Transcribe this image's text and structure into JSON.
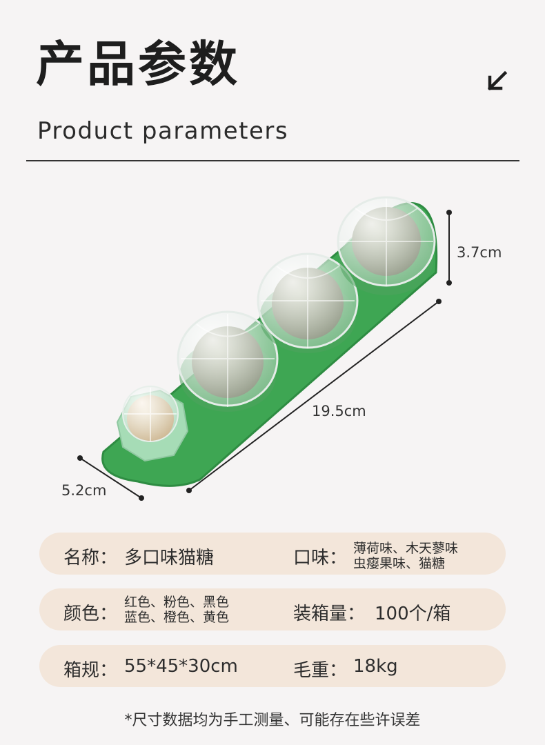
{
  "header": {
    "title_cn": "产品参数",
    "title_en": "Product parameters"
  },
  "dimensions": {
    "height": "3.7cm",
    "length": "19.5cm",
    "width": "5.2cm"
  },
  "colors": {
    "tray_green": "#3ea653",
    "row_background": "#f3e6da",
    "catnip_ball": "#7e8263"
  },
  "specs": {
    "name_label": "名称：",
    "name_value": "多口味猫糖",
    "flavor_label": "口味：",
    "flavor_line1": "薄荷味、木天蓼味",
    "flavor_line2": "虫瘿果味、猫糖",
    "color_label": "颜色：",
    "color_line1": "红色、粉色、黑色",
    "color_line2": "蓝色、橙色、黄色",
    "qty_label": "装箱量：",
    "qty_value": "100个/箱",
    "box_label": "箱规：",
    "box_value": "55*45*30cm",
    "weight_label": "毛重：",
    "weight_value": "18kg"
  },
  "footnote": "*尺寸数据均为手工测量、可能存在些许误差"
}
